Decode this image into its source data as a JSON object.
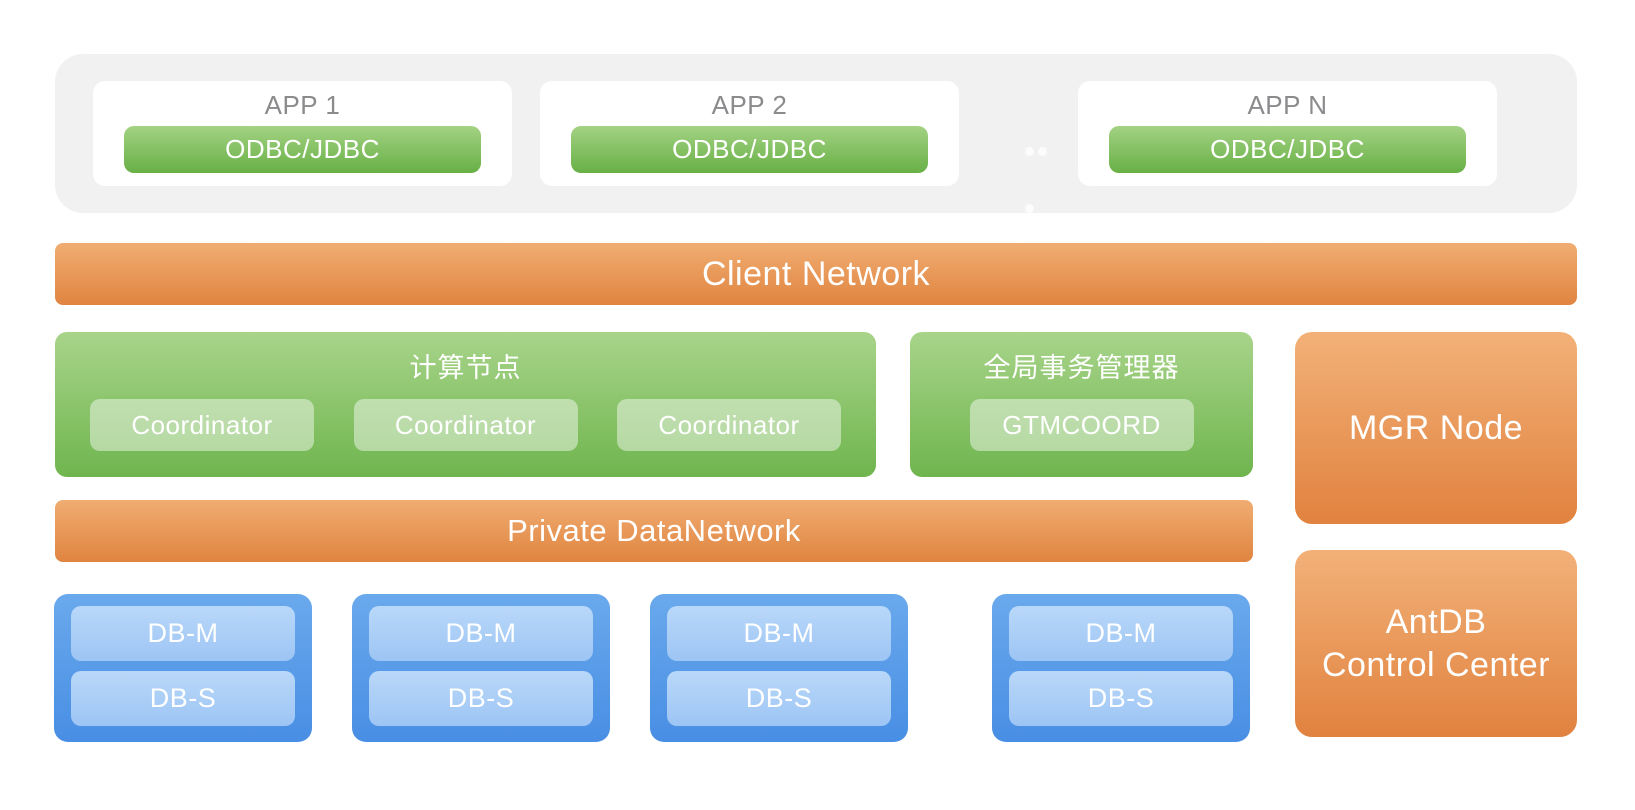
{
  "app_layer": {
    "cards": [
      {
        "title": "APP 1",
        "connector": "ODBC/JDBC"
      },
      {
        "title": "APP 2",
        "connector": "ODBC/JDBC"
      },
      {
        "title": "APP N",
        "connector": "ODBC/JDBC"
      }
    ]
  },
  "client_network_label": "Client Network",
  "compute_node": {
    "title": "计算节点",
    "coordinators": [
      "Coordinator",
      "Coordinator",
      "Coordinator"
    ]
  },
  "gtm": {
    "title": "全局事务管理器",
    "button": "GTMCOORD"
  },
  "mgr_node_label": "MGR Node",
  "private_network_label": "Private DataNetwork",
  "data_nodes": [
    {
      "master": "DB-M",
      "standby": "DB-S"
    },
    {
      "master": "DB-M",
      "standby": "DB-S"
    },
    {
      "master": "DB-M",
      "standby": "DB-S"
    },
    {
      "master": "DB-M",
      "standby": "DB-S"
    }
  ],
  "control_center": {
    "line1": "AntDB",
    "line2": "Control Center"
  },
  "colors": {
    "panel_gray": "#f1f1f2",
    "app_title_gray": "#8b8b8e",
    "orange_top": "#f0ad72",
    "orange_bottom": "#e08440",
    "green_top": "#a8d48a",
    "green_bottom": "#6fb54e",
    "green_button_top": "#a3d283",
    "green_button_bottom": "#68b046",
    "blue_top": "#6aa9ec",
    "blue_bottom": "#488ee4",
    "blue_inner_top": "#b9d8f9",
    "blue_inner_bottom": "#9dc5f4",
    "text_white": "#ffffff"
  }
}
